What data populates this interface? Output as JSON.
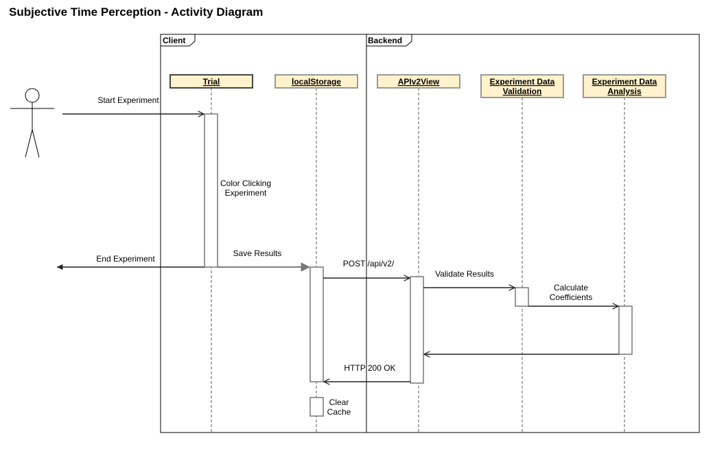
{
  "title": "Subjective Time Perception - Activity Diagram",
  "colors": {
    "head_fill": "#fff2cc",
    "head_stroke": "#999999",
    "line": "#444444",
    "frame": "#000000"
  },
  "lanes": {
    "client": "Client",
    "backend": "Backend"
  },
  "lifelines": {
    "trial": "Trial",
    "local_storage": "localStorage",
    "api_view": "APIv2View",
    "validation": [
      "Experiment Data",
      "Validation"
    ],
    "analysis": [
      "Experiment Data",
      "Analysis"
    ]
  },
  "actor_icon": "stick-figure",
  "messages": {
    "start_experiment": "Start Experiment",
    "color_clicking": [
      "Color Clicking",
      "Experiment"
    ],
    "end_experiment": "End Experiment",
    "save_results": "Save Results",
    "post_api": "POST /api/v2/",
    "validate_results": "Validate Results",
    "calculate_coefficients": [
      "Calculate",
      "Coefficients"
    ],
    "http_ok": "HTTP 200 OK",
    "clear_cache": [
      "Clear",
      "Cache"
    ]
  }
}
